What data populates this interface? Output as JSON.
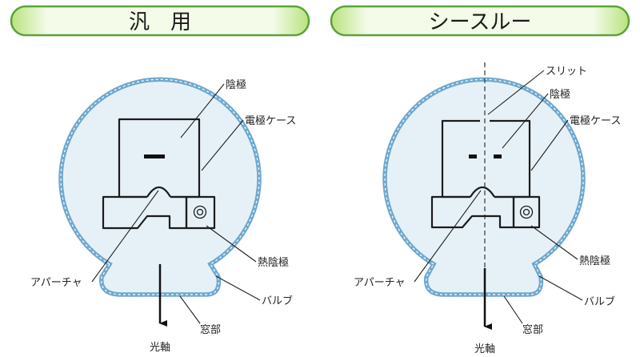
{
  "titles": {
    "left": "汎　用",
    "right": "シースルー"
  },
  "labels": {
    "cathode": "陰極",
    "electrode_case": "電極ケース",
    "slit": "スリット",
    "hot_cathode": "熱陰極",
    "aperture": "アパーチャ",
    "bulb": "バルブ",
    "window": "窓部",
    "optical_axis": "光軸"
  },
  "colors": {
    "pill_green": "#a9d86a",
    "pill_border": "#5aa33a",
    "bulb_fill": "#e6f1f7",
    "bulb_blue": "#6fa8cf",
    "line": "#1c1c1c"
  }
}
